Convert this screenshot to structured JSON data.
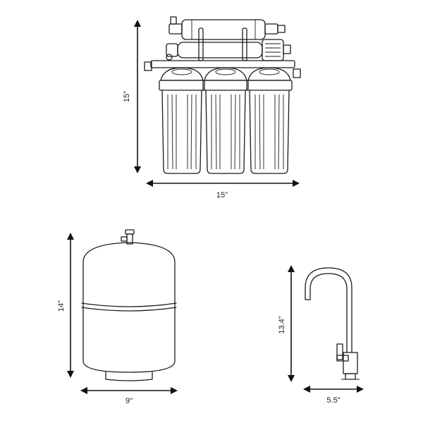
{
  "dimensions": {
    "filter_system": {
      "height": "15\"",
      "width": "15\""
    },
    "storage_tank": {
      "height": "14\"",
      "width": "9\""
    },
    "faucet": {
      "height": "13.4\"",
      "width": "5.5\""
    }
  },
  "colors": {
    "line": "#1a1a1a",
    "background": "#ffffff"
  }
}
